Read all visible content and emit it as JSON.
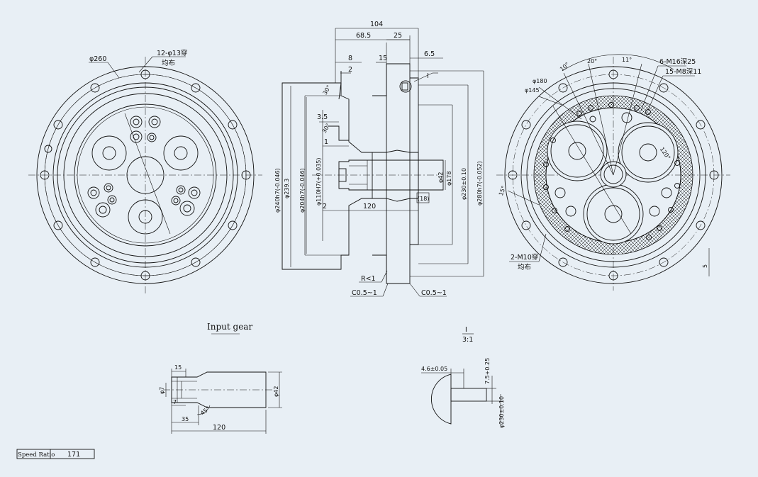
{
  "front_view": {
    "dia_outer": "φ260",
    "bolt_holes": "12-φ13穿",
    "bolt_holes_note": "均布"
  },
  "section_view": {
    "len_total": "104",
    "len_a": "68.5",
    "len_b": "25",
    "len_c": "8",
    "len_d": "15",
    "len_e": "6.5",
    "len_f": "2",
    "chamfer_angle1": "30°",
    "len_g": "3.5",
    "chamfer_angle2": "30°",
    "len_h": "1",
    "len_i": "2",
    "len_shaft": "120",
    "len_key": "(18)",
    "detail_mark": "I",
    "dia_240": "φ240h7(-0.046)",
    "dia_239": "φ239.3",
    "dia_204": "φ204h7(-0.046)",
    "dia_110": "φ110H7(+0.035)",
    "dia_42": "φ42",
    "dia_178": "φ178",
    "dia_230": "φ230±0.10",
    "dia_280": "φ280h7(-0.052)",
    "radius": "R<1",
    "chamfer_l": "C0.5~1",
    "chamfer_r": "C0.5~1"
  },
  "rear_view": {
    "dia_180": "φ180",
    "dia_145": "φ145",
    "ang_10": "10°",
    "ang_20": "20°",
    "ang_11": "11°",
    "ang_120": "120°",
    "ang_15": "15°",
    "thread_m16": "6-M16深25",
    "thread_m8": "15-M8深11",
    "holes_m10": "2-M10穿",
    "holes_m10_note": "均布",
    "dim_5": "5"
  },
  "input_gear": {
    "title": "Input gear",
    "len_15": "15",
    "dia_7": "φ7",
    "len_7": "7",
    "len_35": "35",
    "angle_45": "45°",
    "len_120": "120",
    "dia_42": "φ42"
  },
  "detail_I": {
    "mark": "I",
    "scale": "3:1",
    "width": "4.6±0.05",
    "height": "7.5+0.25",
    "dia": "φ230±0.10"
  },
  "speed_ratio": {
    "label": "Speed Ratio",
    "value": "171"
  }
}
